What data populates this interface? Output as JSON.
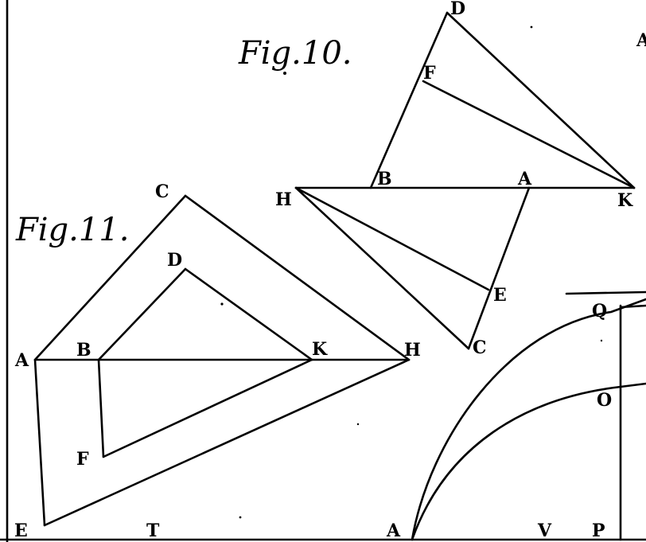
{
  "figures": {
    "fig10": {
      "caption": "Fig.10.",
      "labels": {
        "D": "D",
        "F": "F",
        "B": "B",
        "A": "A",
        "K": "K",
        "H": "H",
        "E": "E",
        "C": "C"
      }
    },
    "fig11": {
      "caption": "Fig.11.",
      "labels": {
        "C": "C",
        "D": "D",
        "A": "A",
        "B": "B",
        "K": "K",
        "H": "H",
        "F": "F",
        "E": "E",
        "T": "T"
      }
    },
    "fig12": {
      "labels": {
        "Q": "Q",
        "O": "O",
        "A": "A",
        "V": "V",
        "P": "P"
      }
    }
  },
  "edge_text": "A"
}
